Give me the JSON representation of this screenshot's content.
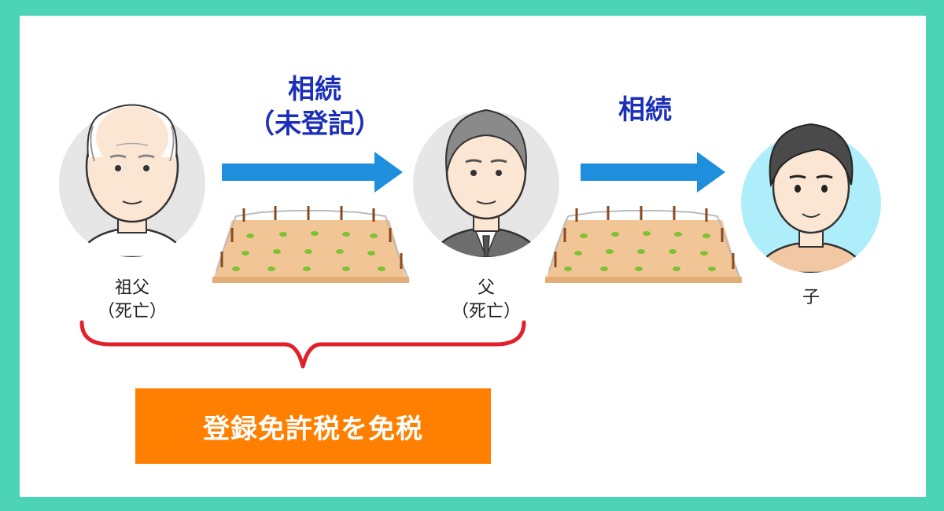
{
  "persons": [
    {
      "line1": "祖父",
      "line2": "（死亡）"
    },
    {
      "line1": "父",
      "line2": "（死亡）"
    },
    {
      "line1": "子"
    }
  ],
  "transfers": [
    {
      "line1": "相続",
      "line2": "（未登記）"
    },
    {
      "line1": "相続"
    }
  ],
  "tax_exemption_label": "登録免許税を免税",
  "colors": {
    "background_border": "#4dd3b6",
    "arrow": "#1e8fdc",
    "title_text": "#1b2fb8",
    "brace": "#e0202a",
    "tax_box": "#ff7f00",
    "avatar_gray": "#e6e6e6",
    "avatar_blue": "#aeeefa",
    "field": "#f2c596"
  }
}
